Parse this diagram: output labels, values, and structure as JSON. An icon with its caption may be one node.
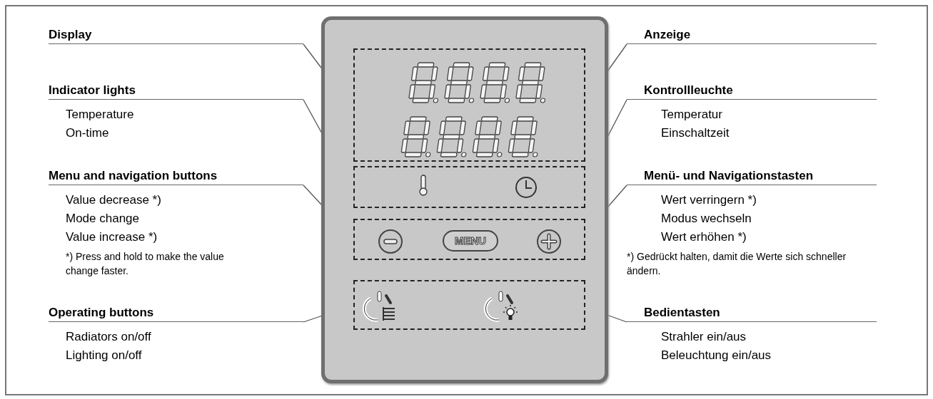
{
  "diagram": {
    "nodes": [
      {
        "text": [
          "Display"
        ]
      },
      {
        "text": [
          "Indicator lights",
          "Temperature",
          "On-time"
        ]
      },
      {
        "text": [
          "Menu and navigation buttons",
          "Value decrease *)",
          "Mode change",
          "Value increase *)",
          "*) Press and hold to make the value change faster."
        ]
      },
      {
        "text": [
          "Operating buttons",
          "Radiators on/off",
          "Lighting on/off"
        ]
      },
      {
        "text": [
          "Anzeige"
        ]
      },
      {
        "text": [
          "Kontrollleuchte",
          "Temperatur",
          "Einschaltzeit"
        ]
      },
      {
        "text": [
          "Menü- und Navigationstasten",
          "Wert verringern *)",
          "Modus wechseln",
          "Wert erhöhen *)",
          "*) Gedrückt halten, damit die Werte sich schneller ändern."
        ]
      },
      {
        "text": [
          "Bedientasten",
          "Strahler ein/aus",
          "Beleuchtung ein/aus"
        ]
      },
      {
        "text": [],
        "shape": "box"
      },
      {
        "text": [],
        "shape": "box",
        "in": 8
      },
      {
        "text": [],
        "shape": "box",
        "in": 8
      },
      {
        "text": [],
        "shape": "box",
        "in": 8
      },
      {
        "text": [],
        "shape": "box",
        "in": 8
      },
      {
        "text": [
          "MENU"
        ],
        "in": 11
      }
    ],
    "edges": [
      {
        "from": 0,
        "to": 9,
        "arrow": "none"
      },
      {
        "from": 1,
        "to": 10,
        "arrow": "none"
      },
      {
        "from": 2,
        "to": 11,
        "arrow": "none"
      },
      {
        "from": 3,
        "to": 12,
        "arrow": "none"
      },
      {
        "from": 4,
        "to": 9,
        "arrow": "none"
      },
      {
        "from": 5,
        "to": 10,
        "arrow": "none"
      },
      {
        "from": 6,
        "to": 11,
        "arrow": "none"
      },
      {
        "from": 7,
        "to": 12,
        "arrow": "none"
      }
    ]
  }
}
